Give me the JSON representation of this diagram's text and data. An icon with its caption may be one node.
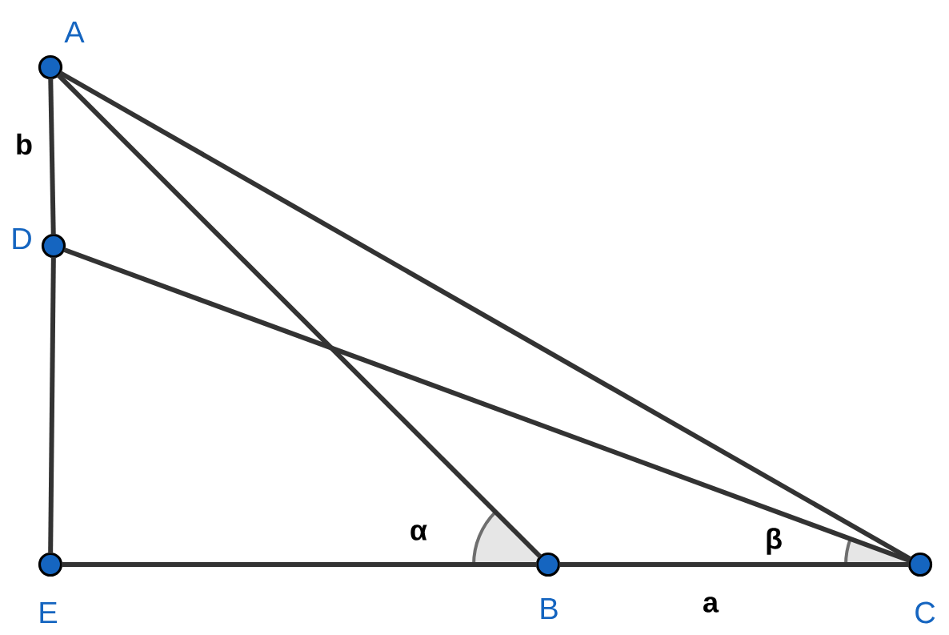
{
  "diagram": {
    "nodes": [
      {
        "text": [],
        "shape": "circle",
        "beside": [
          "A"
        ]
      },
      {
        "text": [],
        "shape": "circle",
        "beside": [
          "D"
        ]
      },
      {
        "text": [],
        "shape": "circle",
        "beside": [
          "E"
        ]
      },
      {
        "text": [],
        "shape": "circle",
        "beside": [
          "B"
        ]
      },
      {
        "text": [],
        "shape": "circle",
        "beside": [
          "C"
        ]
      }
    ],
    "edges": [
      {
        "from": 0,
        "to": 1,
        "arrow": "none",
        "label": "b"
      },
      {
        "from": 1,
        "to": 2,
        "arrow": "none"
      },
      {
        "from": 2,
        "to": 3,
        "arrow": "none"
      },
      {
        "from": 3,
        "to": 4,
        "arrow": "none",
        "label": "a"
      },
      {
        "from": 0,
        "to": 3,
        "arrow": "none"
      },
      {
        "from": 0,
        "to": 4,
        "arrow": "none"
      },
      {
        "from": 1,
        "to": 4,
        "arrow": "none"
      }
    ],
    "labels": [
      "α",
      "β"
    ]
  }
}
